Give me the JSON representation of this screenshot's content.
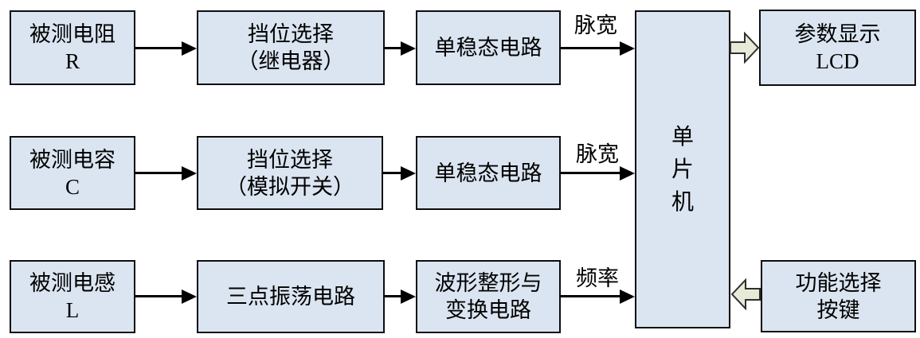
{
  "colors": {
    "box_fill": "#dbe5f1",
    "box_border": "#0d0d0d",
    "line_color": "#000000",
    "block_arrow_fill": "#e8ead8",
    "block_arrow_border": "#2f2f2f"
  },
  "rows": [
    {
      "input": {
        "line1": "被测电阻",
        "line2": "R"
      },
      "stage2": {
        "line1": "挡位选择",
        "line2": "（继电器）"
      },
      "stage3": {
        "line1": "单稳态电路"
      },
      "signal_label": "脉宽"
    },
    {
      "input": {
        "line1": "被测电容",
        "line2": "C"
      },
      "stage2": {
        "line1": "挡位选择",
        "line2": "（模拟开关）"
      },
      "stage3": {
        "line1": "单稳态电路"
      },
      "signal_label": "脉宽"
    },
    {
      "input": {
        "line1": "被测电感",
        "line2": "L"
      },
      "stage2": {
        "line1": "三点振荡电路"
      },
      "stage3": {
        "line1": "波形整形与",
        "line2": "变换电路"
      },
      "signal_label": "频率"
    }
  ],
  "mcu": {
    "char1": "单",
    "char2": "片",
    "char3": "机"
  },
  "lcd": {
    "line1": "参数显示",
    "line2": "LCD"
  },
  "keys": {
    "line1": "功能选择",
    "line2": "按键"
  }
}
